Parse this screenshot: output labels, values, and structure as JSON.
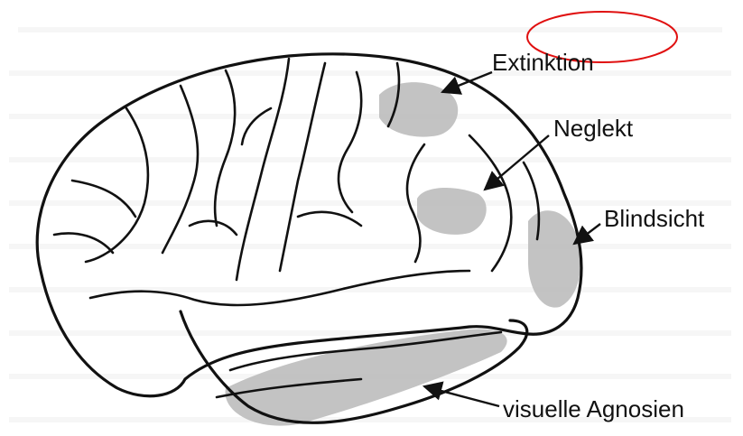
{
  "labels": {
    "extinktion": "Extinktion",
    "neglekt": "Neglekt",
    "blindsicht": "Blindsicht",
    "visuelle_agnosien": "visuelle Agnosien"
  },
  "colors": {
    "highlight_ellipse": "#e01010",
    "shaded_area": "#b8b8b8",
    "line": "#111111",
    "background_text": "#dddddd"
  }
}
